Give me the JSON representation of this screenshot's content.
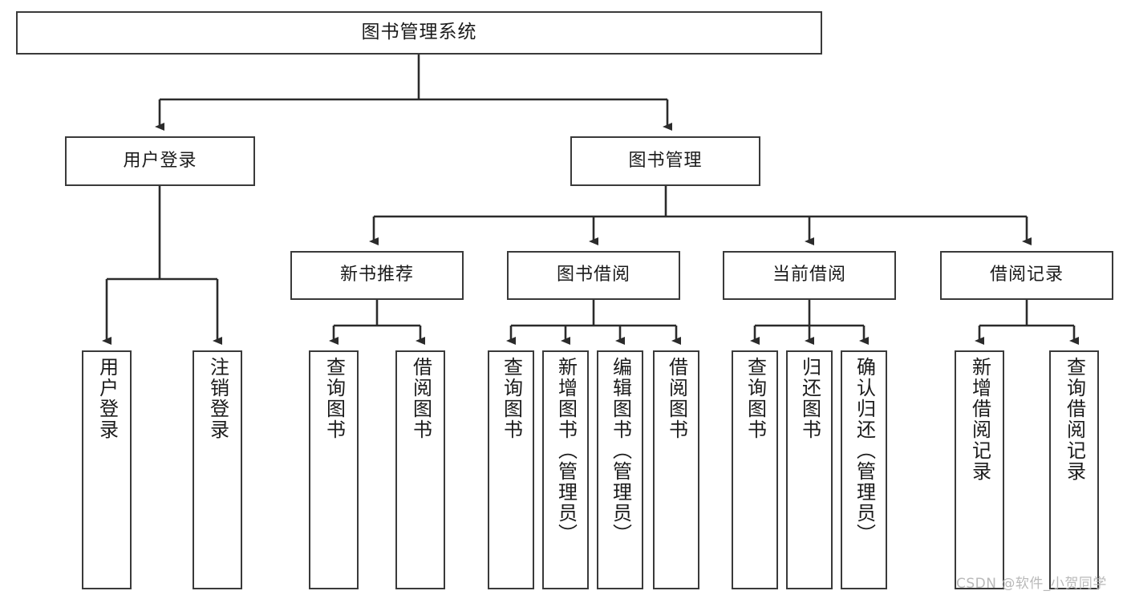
{
  "diagram": {
    "title": "图书管理系统",
    "type": "tree-hierarchy-diagram",
    "colors": {
      "box_border": "#3a3a3a",
      "box_fill": "#ffffff",
      "connector": "#2b2b2b",
      "text": "#1b1b1b",
      "watermark": "#b9b9b9"
    },
    "root": {
      "label": "图书管理系统"
    },
    "level2": [
      {
        "label": "用户登录"
      },
      {
        "label": "图书管理"
      }
    ],
    "level3": [
      {
        "label": "新书推荐"
      },
      {
        "label": "图书借阅"
      },
      {
        "label": "当前借阅"
      },
      {
        "label": "借阅记录"
      }
    ],
    "leaves": {
      "user_login": [
        {
          "label": "用户登录"
        },
        {
          "label": "注销登录"
        }
      ],
      "new_book_recommend": [
        {
          "label": "查询图书"
        },
        {
          "label": "借阅图书"
        }
      ],
      "book_borrow": [
        {
          "label": "查询图书"
        },
        {
          "label": "新增图书（管理员）"
        },
        {
          "label": "编辑图书（管理员）"
        },
        {
          "label": "借阅图书"
        }
      ],
      "current_borrow": [
        {
          "label": "查询图书"
        },
        {
          "label": "归还图书"
        },
        {
          "label": "确认归还（管理员）"
        }
      ],
      "borrow_record": [
        {
          "label": "新增借阅记录"
        },
        {
          "label": "查询借阅记录"
        }
      ]
    }
  },
  "watermark": {
    "text": "CSDN @软件_小贺同学"
  }
}
